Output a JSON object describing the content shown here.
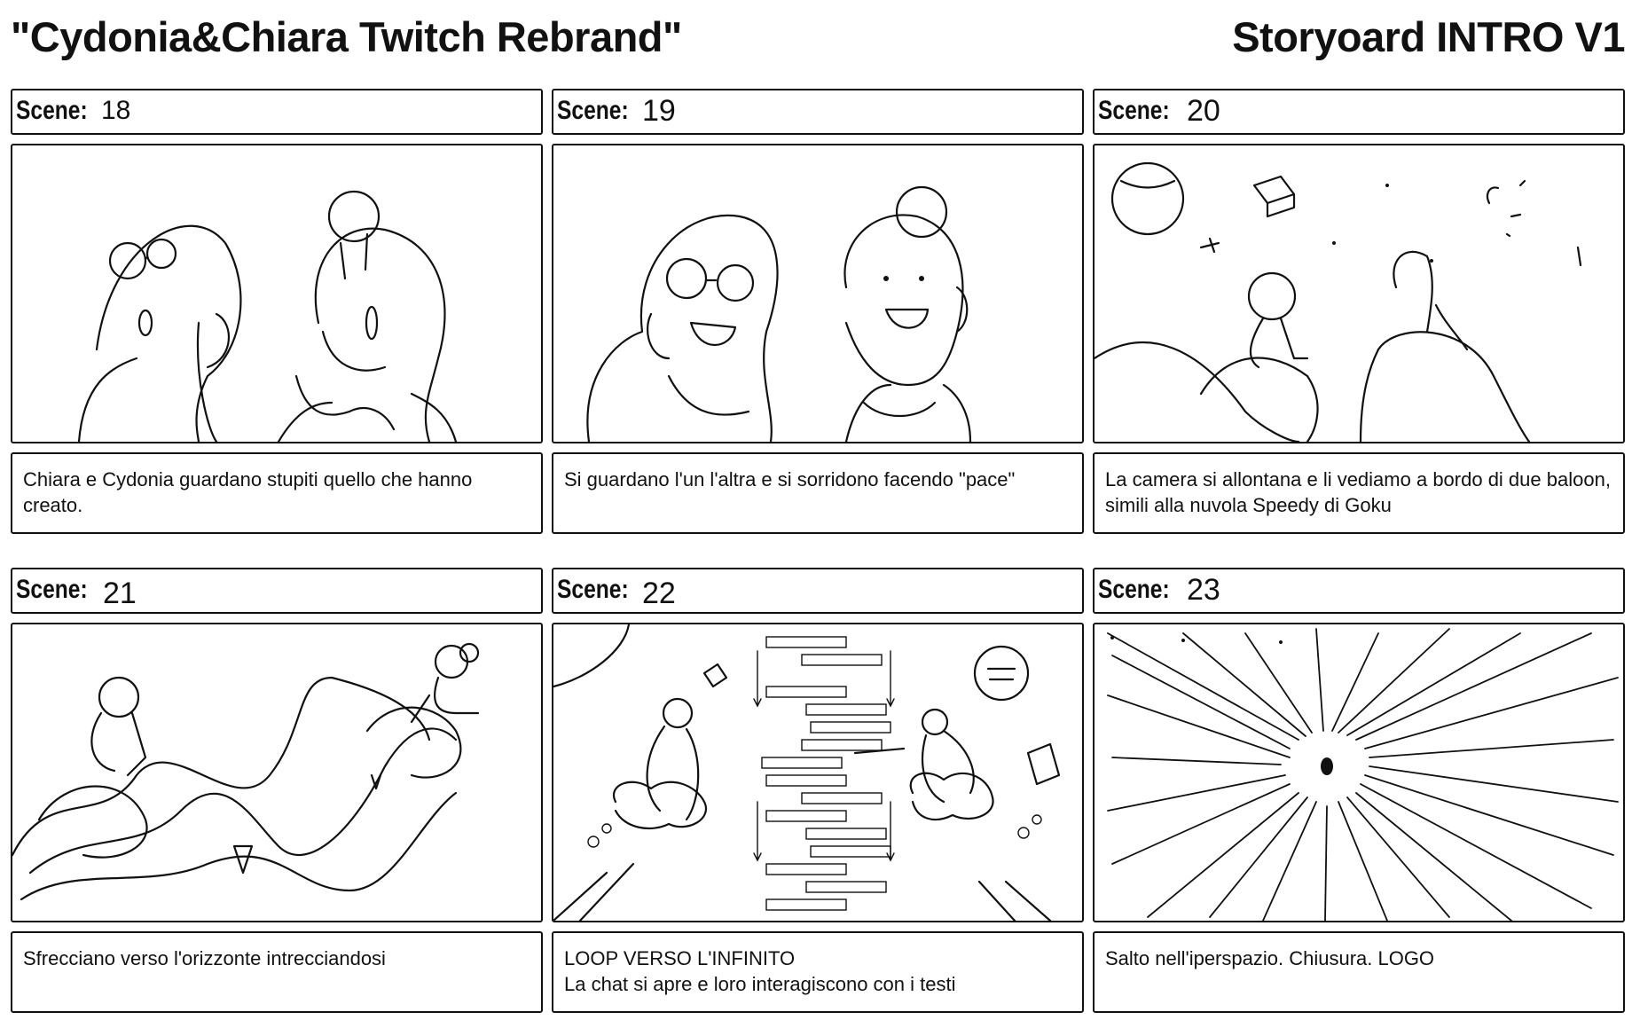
{
  "header": {
    "title": "\"Cydonia&Chiara Twitch Rebrand\"",
    "subtitle": "Storyoard INTRO V1"
  },
  "scene_label": "Scene:",
  "panels": [
    {
      "number": "18",
      "description": "Chiara e Cydonia guardano stupiti quello che hanno creato.",
      "sketch": "two-characters-surprised"
    },
    {
      "number": "19",
      "description": "Si guardano l'un l'altra e si sorridono facendo \"pace\"",
      "sketch": "two-characters-smiling"
    },
    {
      "number": "20",
      "description": "La camera si allontana e li vediamo a bordo di due baloon, simili alla nuvola Speedy di Goku",
      "sketch": "characters-on-balloons"
    },
    {
      "number": "21",
      "description": "Sfrecciano verso l'orizzonte intrecciandosi",
      "sketch": "intertwining-trails"
    },
    {
      "number": "22",
      "description": "LOOP VERSO L'INFINITO\nLa chat si apre e loro interagiscono con i testi",
      "sketch": "chat-loop"
    },
    {
      "number": "23",
      "description": "Salto nell'iperspazio. Chiusura. LOGO",
      "sketch": "hyperspace-burst"
    }
  ]
}
